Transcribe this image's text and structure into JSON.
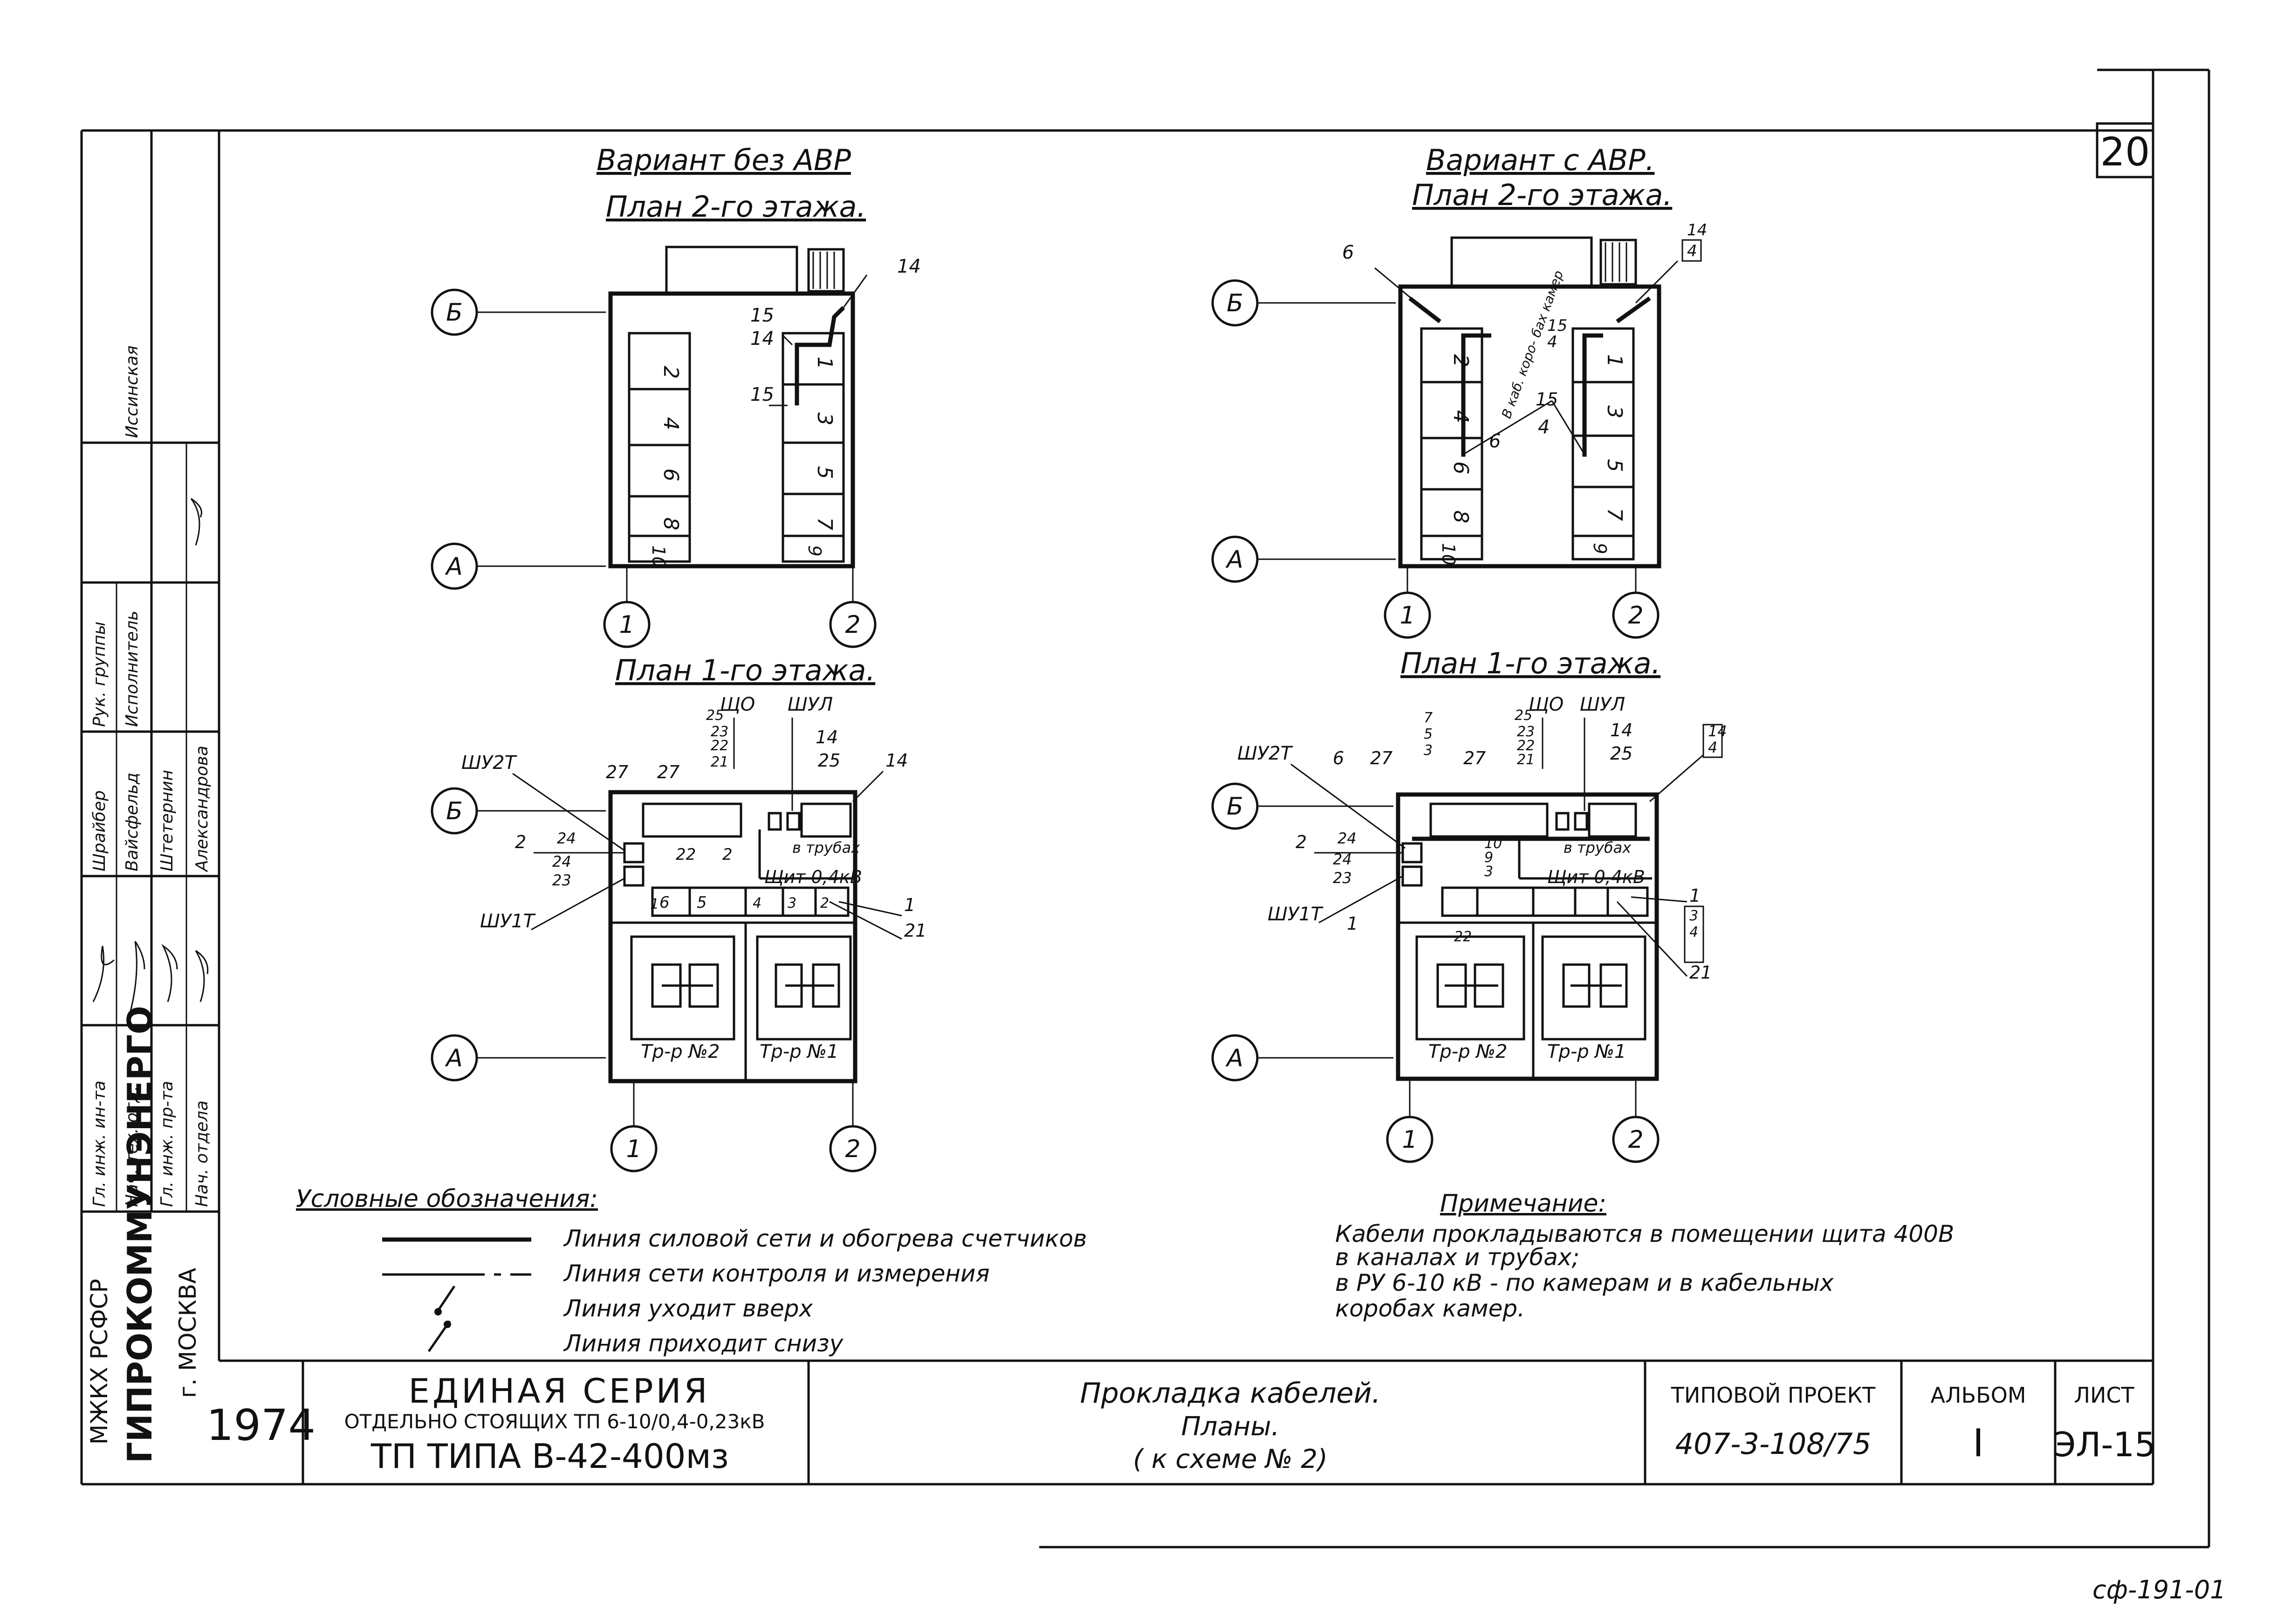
{
  "sheet_number": "20",
  "stamp_code": "сф-191-01",
  "left_plans": {
    "variant_title": "Вариант без АВР",
    "floor2_title": "План 2-го этажа.",
    "floor1_title": "План 1-го этажа.",
    "floor2_cells": [
      "2",
      "1",
      "4",
      "3",
      "6",
      "5",
      "8",
      "7",
      "10",
      "9"
    ],
    "floor2_marks": [
      "14",
      "15",
      "14",
      "15"
    ],
    "floor1_labels": [
      "ШУ2Т",
      "ШУ1Т",
      "ЩО",
      "ШУЛ",
      "Щит 0,4кВ",
      "в трубах",
      "Тр-р №2",
      "Тр-р №1"
    ],
    "floor1_marks": [
      "27",
      "27",
      "25",
      "23",
      "22",
      "21",
      "14",
      "25",
      "14",
      "2",
      "24",
      "24",
      "23",
      "22",
      "2",
      "1",
      "21",
      "1",
      "6",
      "5",
      "4",
      "3",
      "2"
    ]
  },
  "right_plans": {
    "variant_title": "Вариант с АВР.",
    "floor2_title": "План 2-го этажа.",
    "floor1_title": "План 1-го этажа.",
    "floor2_cells": [
      "2",
      "1",
      "4",
      "3",
      "6",
      "5",
      "8",
      "7",
      "10",
      "9"
    ],
    "floor2_marks": [
      "6",
      "14",
      "4",
      "15",
      "4",
      "15",
      "6",
      "4"
    ],
    "floor2_note": "В каб. коро- бах камер",
    "floor1_labels": [
      "ШУ2Т",
      "ШУ1Т",
      "ЩО",
      "ШУЛ",
      "Щит 0,4кВ",
      "в трубах",
      "Тр-р №2",
      "Тр-р №1"
    ],
    "floor1_marks": [
      "6",
      "27",
      "7",
      "5",
      "3",
      "27",
      "25",
      "23",
      "22",
      "21",
      "14",
      "25",
      "14",
      "4",
      "2",
      "24",
      "24",
      "23",
      "1",
      "22",
      "1",
      "3",
      "4",
      "21",
      "10",
      "9",
      "3"
    ]
  },
  "axes": {
    "row_b": "Б",
    "row_a": "А",
    "col_1": "1",
    "col_2": "2"
  },
  "legend": {
    "title": "Условные обозначения:",
    "items": [
      "Линия силовой сети и обогрева счетчиков",
      "Линия сети контроля и измерения",
      "Линия уходит вверх",
      "Линия приходит снизу"
    ]
  },
  "note": {
    "title": "Примечание:",
    "lines": [
      "Кабели прокладываются в помещении щита 400В",
      "в каналах и трубах;",
      "в РУ 6-10 кВ - по камерам и в кабельных",
      "коробах камер."
    ]
  },
  "left_stamp": {
    "org1": "МЖКХ РСФСР",
    "org2": "ГИПРОКОММУНЭНЕРГО",
    "org3": "г. МОСКВА",
    "roles": [
      "Гл. инж. ин-та",
      "Нач. тех. отд.",
      "Гл. инж. пр-та",
      "Нач. отдела",
      "Шрайбер",
      "Вайсфельд",
      "Штетернин",
      "Александрова",
      "Рук. группы",
      "Исполнитель",
      "Иссинская"
    ]
  },
  "title_block": {
    "year": "1974",
    "series_title": "ЕДИНАЯ СЕРИЯ",
    "series_sub": "ОТДЕЛЬНО СТОЯЩИХ ТП 6-10/0,4-0,23кВ",
    "series_type": "ТП ТИПА В-42-400мз",
    "drawing_title": "Прокладка кабелей.",
    "drawing_sub1": "Планы.",
    "drawing_sub2": "( к схеме № 2)",
    "project_label": "ТИПОВОЙ ПРОЕКТ",
    "project_no": "407-3-108/75",
    "album_label": "АЛЬБОМ",
    "album_no": "I",
    "sheet_label": "ЛИСТ",
    "sheet_no": "ЭЛ-15"
  }
}
